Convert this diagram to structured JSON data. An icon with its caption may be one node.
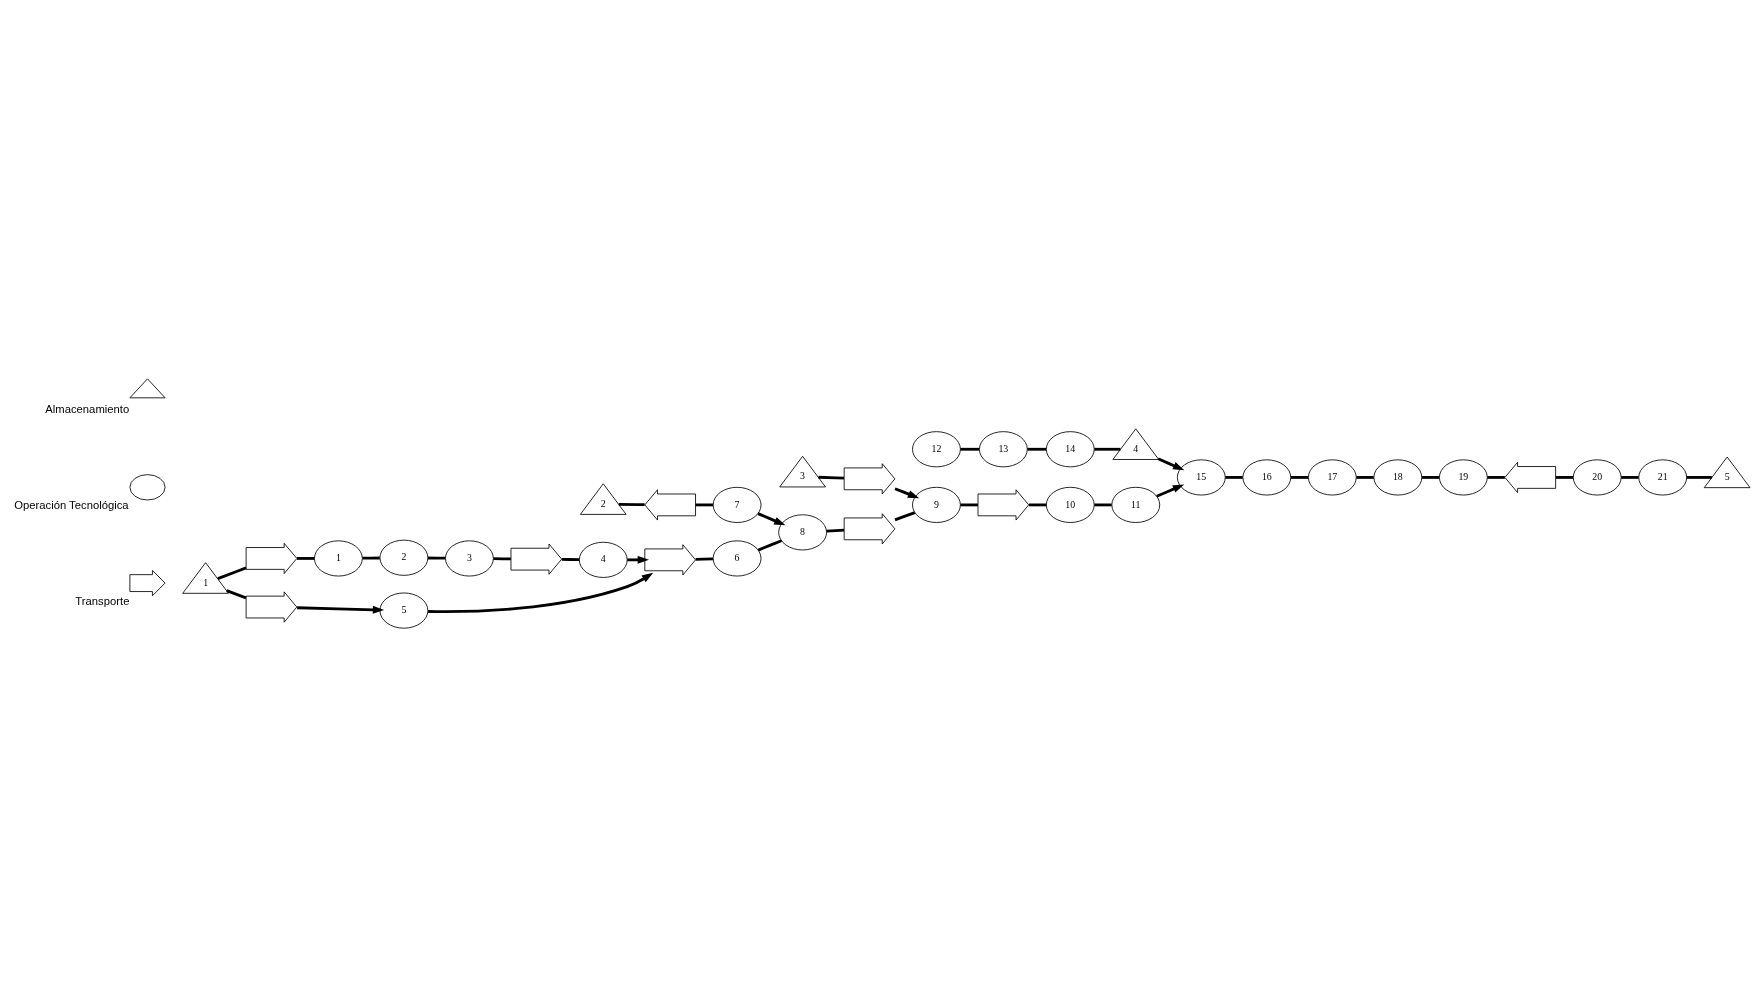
{
  "diagram": {
    "nodes": [
      {
        "text": [
          "1"
        ]
      },
      {
        "text": [],
        "shape": "arrow"
      },
      {
        "text": [
          "1"
        ]
      },
      {
        "text": [
          "2"
        ]
      },
      {
        "text": [
          "3"
        ]
      },
      {
        "text": [],
        "shape": "arrow"
      },
      {
        "text": [
          "4"
        ]
      },
      {
        "text": [],
        "shape": "arrow"
      },
      {
        "text": [
          "5"
        ]
      },
      {
        "text": [],
        "shape": "arrow"
      },
      {
        "text": [
          "6"
        ]
      },
      {
        "text": [
          "7"
        ]
      },
      {
        "text": [],
        "shape": "arrow"
      },
      {
        "text": [
          "2"
        ]
      },
      {
        "text": [
          "8"
        ]
      },
      {
        "text": [],
        "shape": "arrow"
      },
      {
        "text": [
          "9"
        ]
      },
      {
        "text": [],
        "shape": "arrow"
      },
      {
        "text": [
          "10"
        ]
      },
      {
        "text": [
          "3"
        ]
      },
      {
        "text": [],
        "shape": "arrow"
      },
      {
        "text": [
          "11"
        ]
      },
      {
        "text": [
          "12"
        ]
      },
      {
        "text": [
          "13"
        ]
      },
      {
        "text": [
          "14"
        ]
      },
      {
        "text": [
          "4"
        ]
      },
      {
        "text": [
          "5"
        ]
      },
      {
        "text": [
          "21"
        ]
      },
      {
        "text": [
          "20"
        ]
      },
      {
        "text": [],
        "shape": "arrow"
      },
      {
        "text": [
          "19"
        ]
      },
      {
        "text": [
          "18"
        ]
      },
      {
        "text": [
          "17"
        ]
      },
      {
        "text": [
          "16"
        ]
      },
      {
        "text": [
          "15"
        ]
      }
    ],
    "edges": [
      {
        "from": 0,
        "to": 1,
        "arrow": "none"
      },
      {
        "from": 1,
        "to": 2,
        "arrow": "none"
      },
      {
        "from": 2,
        "to": 3,
        "arrow": "none"
      },
      {
        "from": 3,
        "to": 4,
        "arrow": "none"
      },
      {
        "from": 4,
        "to": 5,
        "arrow": "none"
      },
      {
        "from": 5,
        "to": 6,
        "arrow": "none"
      },
      {
        "from": 6,
        "to": 9,
        "arrow": "to"
      },
      {
        "from": 0,
        "to": 7,
        "arrow": "none"
      },
      {
        "from": 7,
        "to": 8,
        "arrow": "to"
      },
      {
        "from": 8,
        "to": 9,
        "arrow": "to"
      },
      {
        "from": 9,
        "to": 10,
        "arrow": "none"
      },
      {
        "from": 10,
        "to": 14,
        "arrow": "none"
      },
      {
        "from": 13,
        "to": 12,
        "arrow": "none"
      },
      {
        "from": 12,
        "to": 11,
        "arrow": "none"
      },
      {
        "from": 11,
        "to": 14,
        "arrow": "to"
      },
      {
        "from": 14,
        "to": 15,
        "arrow": "none"
      },
      {
        "from": 15,
        "to": 16,
        "arrow": "none"
      },
      {
        "from": 19,
        "to": 20,
        "arrow": "none"
      },
      {
        "from": 20,
        "to": 16,
        "arrow": "to"
      },
      {
        "from": 16,
        "to": 17,
        "arrow": "none"
      },
      {
        "from": 17,
        "to": 18,
        "arrow": "none"
      },
      {
        "from": 18,
        "to": 21,
        "arrow": "none"
      },
      {
        "from": 21,
        "to": 34,
        "arrow": "to"
      },
      {
        "from": 22,
        "to": 23,
        "arrow": "none"
      },
      {
        "from": 23,
        "to": 24,
        "arrow": "none"
      },
      {
        "from": 24,
        "to": 25,
        "arrow": "none"
      },
      {
        "from": 25,
        "to": 34,
        "arrow": "to"
      },
      {
        "from": 34,
        "to": 33,
        "arrow": "none"
      },
      {
        "from": 33,
        "to": 32,
        "arrow": "none"
      },
      {
        "from": 32,
        "to": 31,
        "arrow": "none"
      },
      {
        "from": 31,
        "to": 30,
        "arrow": "none"
      },
      {
        "from": 30,
        "to": 29,
        "arrow": "none"
      },
      {
        "from": 29,
        "to": 28,
        "arrow": "none"
      },
      {
        "from": 28,
        "to": 27,
        "arrow": "none"
      },
      {
        "from": 27,
        "to": 26,
        "arrow": "none"
      }
    ],
    "legend": [
      {
        "text": "Almacenamiento"
      },
      {
        "text": "Operación Tecnológica"
      },
      {
        "text": "Transporte"
      }
    ]
  }
}
